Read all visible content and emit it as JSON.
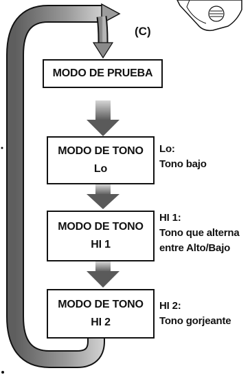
{
  "loop_label": "(C)",
  "boxes": {
    "test": {
      "line1": "MODO DE PRUEBA"
    },
    "tone_lo": {
      "line1": "MODO DE TONO",
      "line2": "Lo"
    },
    "tone_hi1": {
      "line1": "MODO DE TONO",
      "line2": "HI 1"
    },
    "tone_hi2": {
      "line1": "MODO DE TONO",
      "line2": "HI 2"
    }
  },
  "notes": {
    "lo": {
      "title": "Lo:",
      "line1": "Tono bajo"
    },
    "hi1": {
      "title": "HI 1:",
      "line1": "Tono que alterna",
      "line2": "entre Alto/Bajo"
    },
    "hi2": {
      "title": "HI 2:",
      "line1": "Tono gorjeante"
    }
  },
  "colors": {
    "arrow_dark": "#5a5a5a",
    "arrow_light": "#d8d8d8",
    "line": "#111111"
  }
}
